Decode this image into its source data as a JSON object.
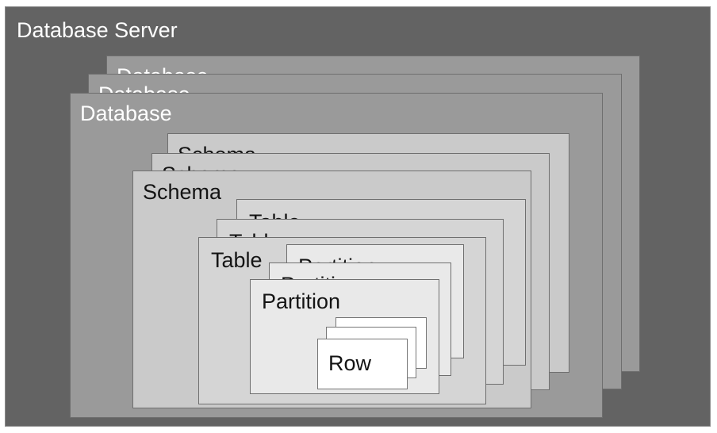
{
  "diagram": {
    "background": "#ffffff",
    "levels": [
      {
        "name": "database-server",
        "label": "Database Server",
        "count": 1,
        "fill": "#636363",
        "text_color": "#ffffff"
      },
      {
        "name": "database",
        "label": "Database",
        "count": 3,
        "fill": "#9a9a9a",
        "text_color": "#ffffff"
      },
      {
        "name": "schema",
        "label": "Schema",
        "count": 3,
        "fill": "#cacaca",
        "text_color": "#141414"
      },
      {
        "name": "table",
        "label": "Table",
        "count": 3,
        "fill": "#d5d5d5",
        "text_color": "#141414"
      },
      {
        "name": "partition",
        "label": "Partition",
        "count": 3,
        "fill": "#e9e9e9",
        "text_color": "#141414"
      },
      {
        "name": "row",
        "label": "Row",
        "count": 3,
        "fill": "#ffffff",
        "text_color": "#141414"
      }
    ]
  }
}
